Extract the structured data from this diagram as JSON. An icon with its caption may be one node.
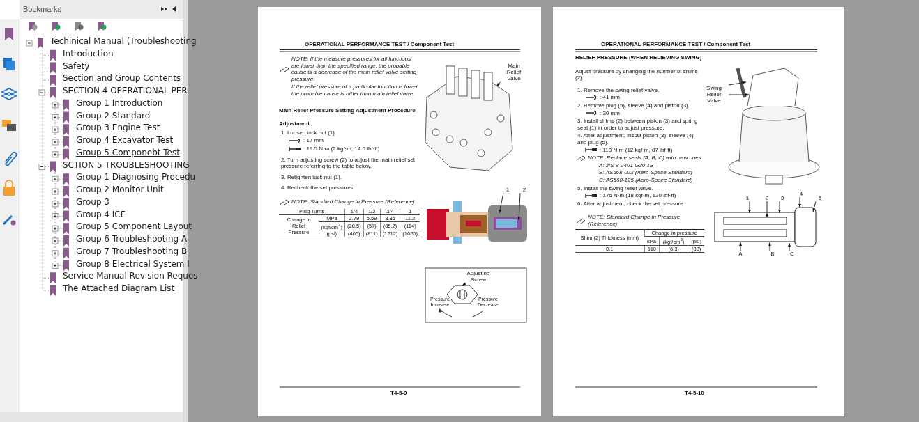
{
  "diagram": {
    "nodes": [
      {
        "text": [
          "Main Relief Valve"
        ]
      },
      {
        "text": [
          "1"
        ]
      },
      {
        "text": [
          "2"
        ]
      },
      {
        "text": [
          "Adjusting Screw"
        ]
      },
      {
        "text": [
          "Swing Relief Valve"
        ]
      },
      {
        "text": [
          "1"
        ]
      },
      {
        "text": [
          "2"
        ]
      },
      {
        "text": [
          "3"
        ]
      },
      {
        "text": [
          "4"
        ]
      },
      {
        "text": [
          "5"
        ]
      },
      {
        "text": [
          "A"
        ]
      },
      {
        "text": [
          "B"
        ]
      },
      {
        "text": [
          "C"
        ]
      },
      {
        "text": [],
        "shape": "picture"
      },
      {
        "text": [],
        "shape": "picture"
      }
    ],
    "edges": [
      {
        "from": 0,
        "to": null,
        "arrow": "to"
      },
      {
        "from": 1,
        "to": null,
        "arrow": "to"
      },
      {
        "from": 2,
        "to": null,
        "arrow": "to"
      },
      {
        "from": 3,
        "to": 13,
        "arrow": "to"
      },
      {
        "from": 4,
        "to": null,
        "arrow": "to"
      },
      {
        "from": 4,
        "to": null,
        "arrow": "to"
      },
      {
        "from": 5,
        "to": 14,
        "arrow": "to"
      },
      {
        "from": 6,
        "to": 14,
        "arrow": "to"
      },
      {
        "from": 7,
        "to": 14,
        "arrow": "to"
      },
      {
        "from": 8,
        "to": 14,
        "arrow": "to"
      },
      {
        "from": 9,
        "to": 14,
        "arrow": "to"
      },
      {
        "from": 10,
        "to": 14,
        "arrow": "to"
      },
      {
        "from": 11,
        "to": 14,
        "arrow": "to"
      },
      {
        "from": 12,
        "to": 14,
        "arrow": "to"
      }
    ],
    "labels": [
      "Bookmarks",
      "Techinical Manual (Troubleshooting",
      "Introduction",
      "Safety",
      "Section and Group Contents",
      "SECTION 4 OPERATIONAL PER",
      "Group 1 Introduction",
      "Group 2 Standard",
      "Group 3 Engine Test",
      "Group 4 Excavator Test",
      "Group 5 Componebt Test",
      "SCTION 5 TROUBLESHOOTING",
      "Group 1 Diagnosing Procedu",
      "Group 2 Monitor Unit",
      "Group 3",
      "Group 4 ICF",
      "Group 5 Component Layout",
      "Group 6 Troubleshooting A",
      "Group 7 Troubleshooting B",
      "Group 8 Electrical System I",
      "Service Manual Revision Reques",
      "The Attached Diagram List",
      "OPERATIONAL PERFORMANCE TEST / Component Test",
      "NOTE: If the measure pressures for all functions are lower than the specified range, the probable cause is a decrease of the main relief valve setting pressure.",
      "If the relief pressure of a particular function is lower, the probable cause is other than main relief valve.",
      "Main Relief Pressure Setting Adjustment Procedure",
      "Adjustment:",
      "1. Loosen lock nut (1).",
      ": 17 mm",
      ": 19.5 N·m (2 kgf·m, 14.5 lbf·ft)",
      "2. Turn adjusting screw (2) to adjust the main relief set pressure referring to the table below.",
      "3. Retighten lock nut (1).",
      "4. Recheck the set pressures.",
      "NOTE: Standard Change in Pressure (Reference)",
      "Plug Turns",
      "1/4",
      "1/2",
      "3/4",
      "1",
      "Change in Relief Pressure",
      "MPa",
      "2.79",
      "5.59",
      "8.36",
      "11.2",
      "(kgf/cm$^{2}$)",
      "(28.5)",
      "(57)",
      "(85.2)",
      "(114)",
      "(psi)",
      "(405)",
      "(811)",
      "(1212)",
      "(1620)",
      "Pressure Increase",
      "Pressure Decrease",
      "T4-5-9",
      "OPERATIONAL PERFORMANCE TEST / Component Test",
      "RELIEF PRESSURE (WHEN RELIEVING SWING)",
      "Adjust pressure by changing the number of shims (2).",
      "1. Remove the swing relief valve.",
      ": 41 mm",
      "2. Remove plug (5), sleeve (4) and piston (3).",
      ": 30 mm",
      "3. Install shims (2) between piston (3) and spring seat (1) in order to adjust pressure.",
      "4. After adjustment, install piston (3), sleeve (4) and plug (5).",
      ": 118 N·m (12 kgf·m, 87 lbf·ft)",
      "NOTE: Replace seals (A, B, C) with new ones.",
      "A: JIS B 2401 G30 1B",
      "B: AS568-023 (Aero-Space Standard)",
      "C: AS568-125 (Aero-Space Standard)",
      "5. Install the swing relief valve.",
      ": 176 N·m (18 kgf·m, 130 lbf·ft)",
      "6. After adjustment, check the set pressure.",
      "NOTE: Standard Change in Pressure (Reference)",
      "Shim (2) Thickness (mm)",
      "Change in pressure",
      "kPa",
      "(kgf/cm$^{2}$)",
      "(psi)",
      "0.1",
      "610",
      "(6.3)",
      "(88)",
      "T4-5-10"
    ]
  }
}
